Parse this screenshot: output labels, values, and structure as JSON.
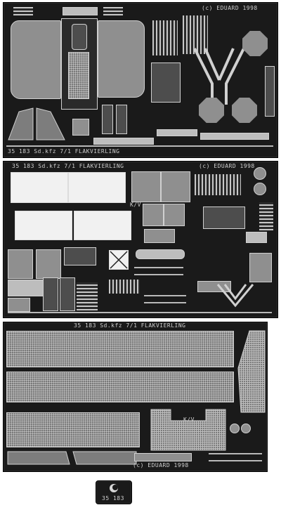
{
  "image": {
    "description_items": {
      "fret1_copyright": "(c) EDUARD 1998",
      "fret1_product": "35 183 Sd.kfz 7/1 FLAKVIERLING",
      "fret2_product": "35 183 Sd.kfz 7/1 FLAKVIERLING",
      "fret2_copyright": "(c) EDUARD 1998",
      "fret2_kv": "K/V",
      "fret3_product": "35 183 Sd.kfz 7/1 FLAKVIERLING",
      "fret3_copyright": "(c) EDUARD 1998",
      "fret3_kv": "K/V",
      "badge_code": "35 183"
    }
  }
}
